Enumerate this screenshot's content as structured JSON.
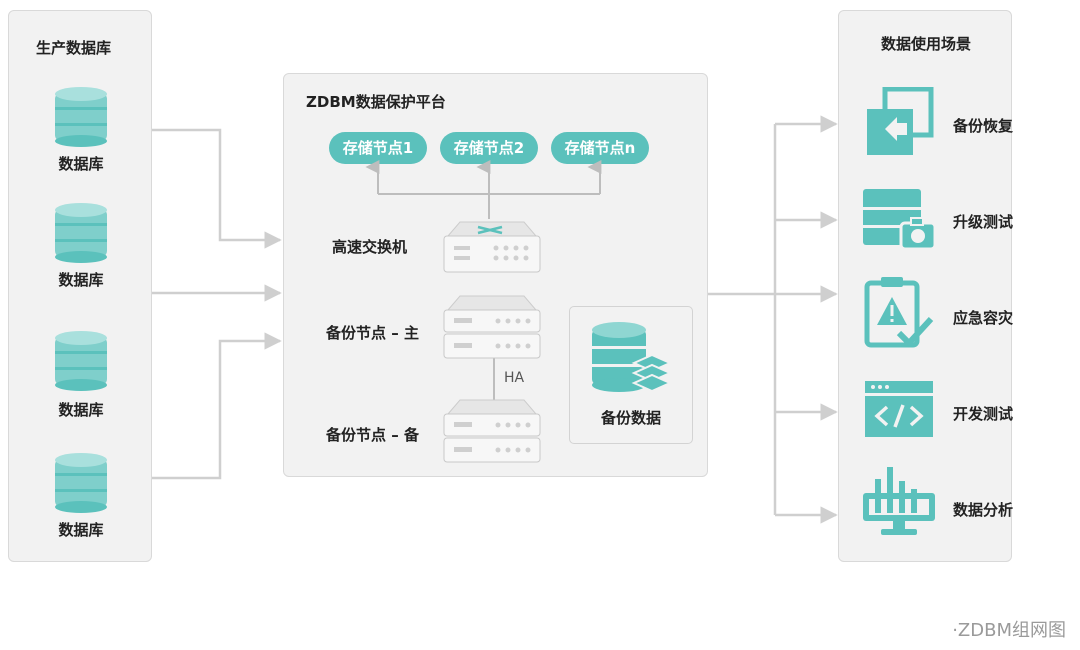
{
  "left_panel": {
    "title": "生产数据库",
    "databases": [
      {
        "label": "数据库",
        "icon": "database-icon"
      },
      {
        "label": "数据库",
        "icon": "database-icon"
      },
      {
        "label": "数据库",
        "icon": "database-icon"
      },
      {
        "label": "数据库",
        "icon": "database-icon"
      }
    ]
  },
  "platform": {
    "title": "ZDBM数据保护平台",
    "storage_nodes": [
      "存储节点1",
      "存储节点2",
      "存储节点n"
    ],
    "switch_label": "高速交换机",
    "backup_primary": "备份节点 – 主",
    "backup_standby": "备份节点 – 备",
    "ha_label": "HA",
    "backup_data_label": "备份数据"
  },
  "right_panel": {
    "title": "数据使用场景",
    "scenarios": [
      {
        "label": "备份恢复",
        "icon": "backup-restore-icon"
      },
      {
        "label": "升级测试",
        "icon": "upgrade-test-icon"
      },
      {
        "label": "应急容灾",
        "icon": "disaster-recovery-icon"
      },
      {
        "label": "开发测试",
        "icon": "dev-test-icon"
      },
      {
        "label": "数据分析",
        "icon": "data-analysis-icon"
      }
    ]
  },
  "watermark": "·ZDBM组网图",
  "colors": {
    "accent": "#5bc1bc",
    "accent_light": "#8fd6d2",
    "connector": "#cfcfcf",
    "panel_bg": "#f2f2f2"
  }
}
